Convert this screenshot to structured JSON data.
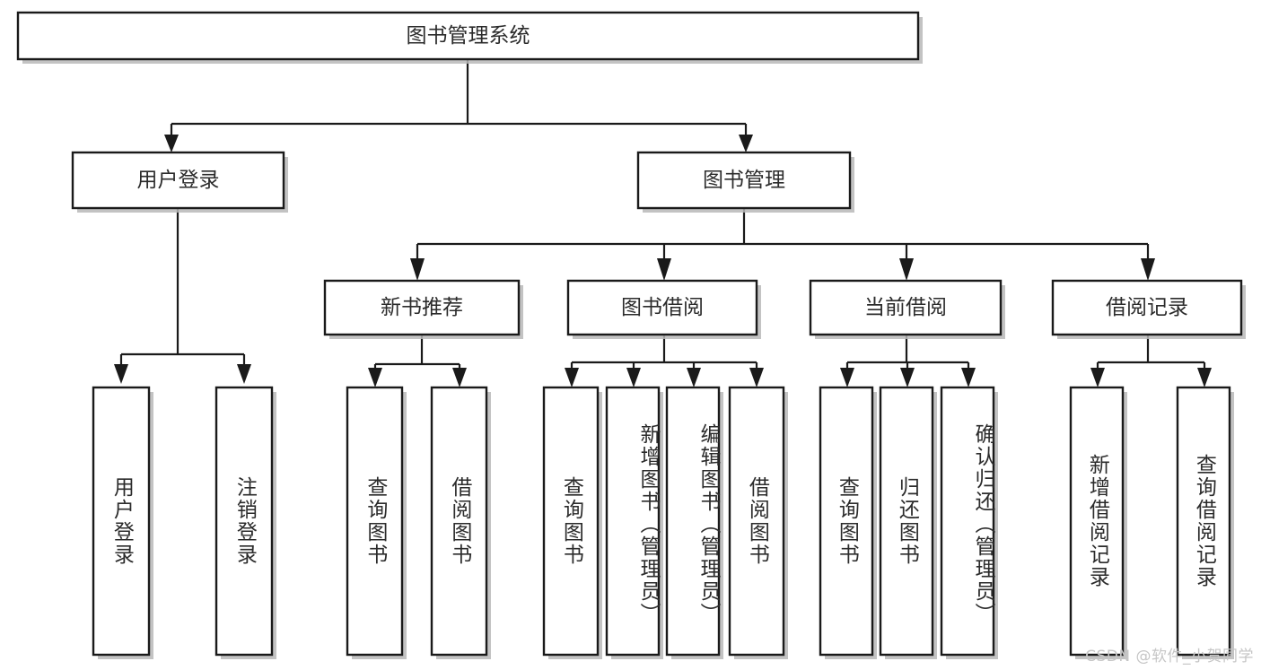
{
  "diagram": {
    "type": "tree-hierarchy",
    "title": "图书管理系统",
    "watermark": "CSDN @软件_小贺同学",
    "colors": {
      "box_stroke": "#1a1a1a",
      "box_fill": "#ffffff",
      "text": "#2b2b2b",
      "shadow": "#b8b8b8",
      "background": "#ffffff",
      "watermark": "#c6c6c6"
    },
    "root": {
      "label": "图书管理系统",
      "level": 0
    },
    "level1": [
      {
        "label": "用户登录"
      },
      {
        "label": "图书管理"
      }
    ],
    "level2": [
      {
        "label": "新书推荐",
        "parent": "图书管理"
      },
      {
        "label": "图书借阅",
        "parent": "图书管理"
      },
      {
        "label": "当前借阅",
        "parent": "图书管理"
      },
      {
        "label": "借阅记录",
        "parent": "图书管理"
      }
    ],
    "leaves": {
      "user_login": [
        {
          "label": "用户登录"
        },
        {
          "label": "注销登录"
        }
      ],
      "new_book": [
        {
          "label": "查询图书"
        },
        {
          "label": "借阅图书"
        }
      ],
      "book_borrow": [
        {
          "label": "查询图书"
        },
        {
          "label": "新增图书（管理员）"
        },
        {
          "label": "编辑图书（管理员）"
        },
        {
          "label": "借阅图书"
        }
      ],
      "current_borrow": [
        {
          "label": "查询图书"
        },
        {
          "label": "归还图书"
        },
        {
          "label": "确认归还（管理员）"
        }
      ],
      "borrow_record": [
        {
          "label": "新增借阅记录"
        },
        {
          "label": "查询借阅记录"
        }
      ]
    }
  }
}
